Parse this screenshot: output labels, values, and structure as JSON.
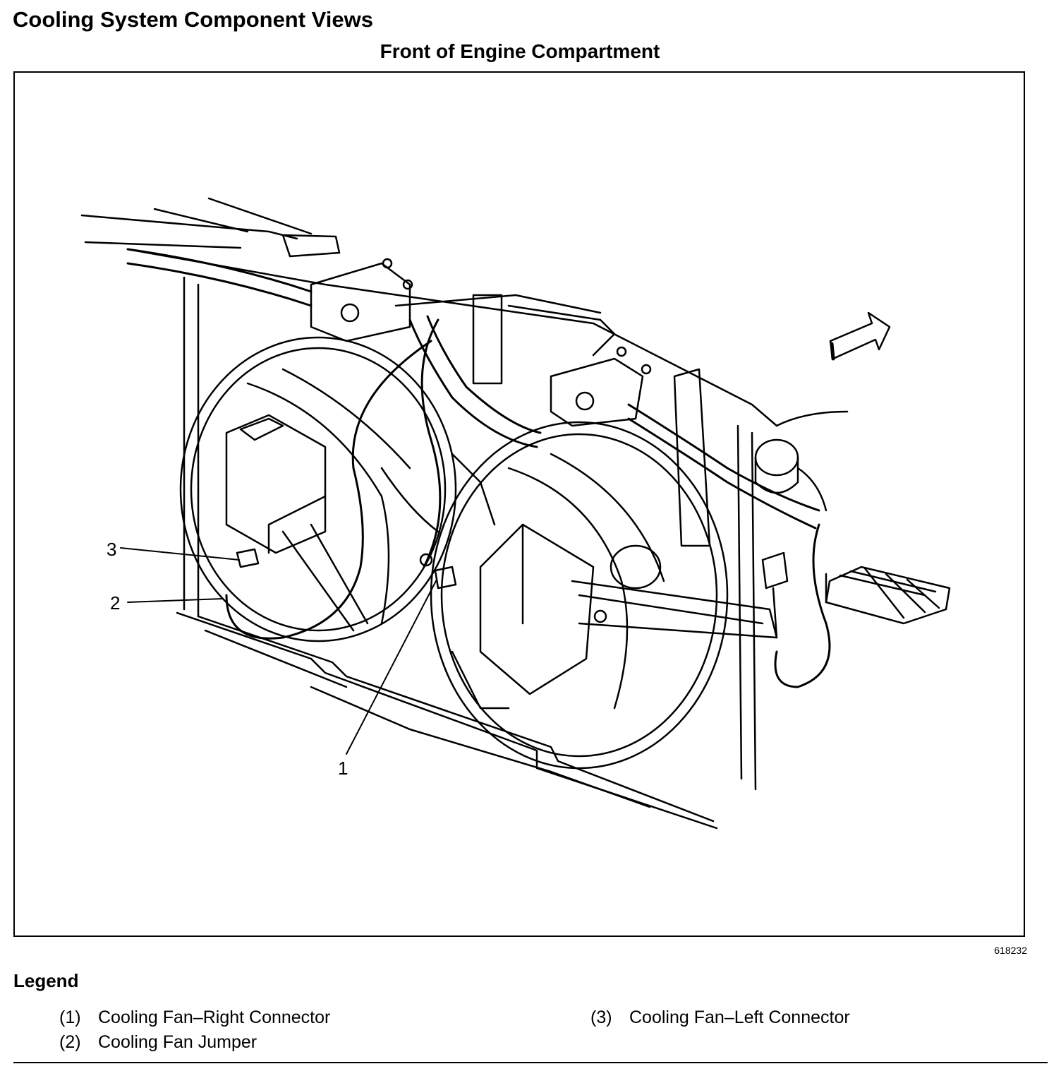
{
  "header": {
    "title": "Cooling System Component Views",
    "view_title": "Front of Engine Compartment"
  },
  "figure": {
    "id": "618232",
    "callouts": [
      "1",
      "2",
      "3"
    ]
  },
  "legend": {
    "title": "Legend",
    "items": [
      {
        "num": "(1)",
        "label": "Cooling Fan–Right Connector"
      },
      {
        "num": "(2)",
        "label": "Cooling Fan Jumper"
      },
      {
        "num": "(3)",
        "label": "Cooling Fan–Left Connector"
      }
    ]
  }
}
